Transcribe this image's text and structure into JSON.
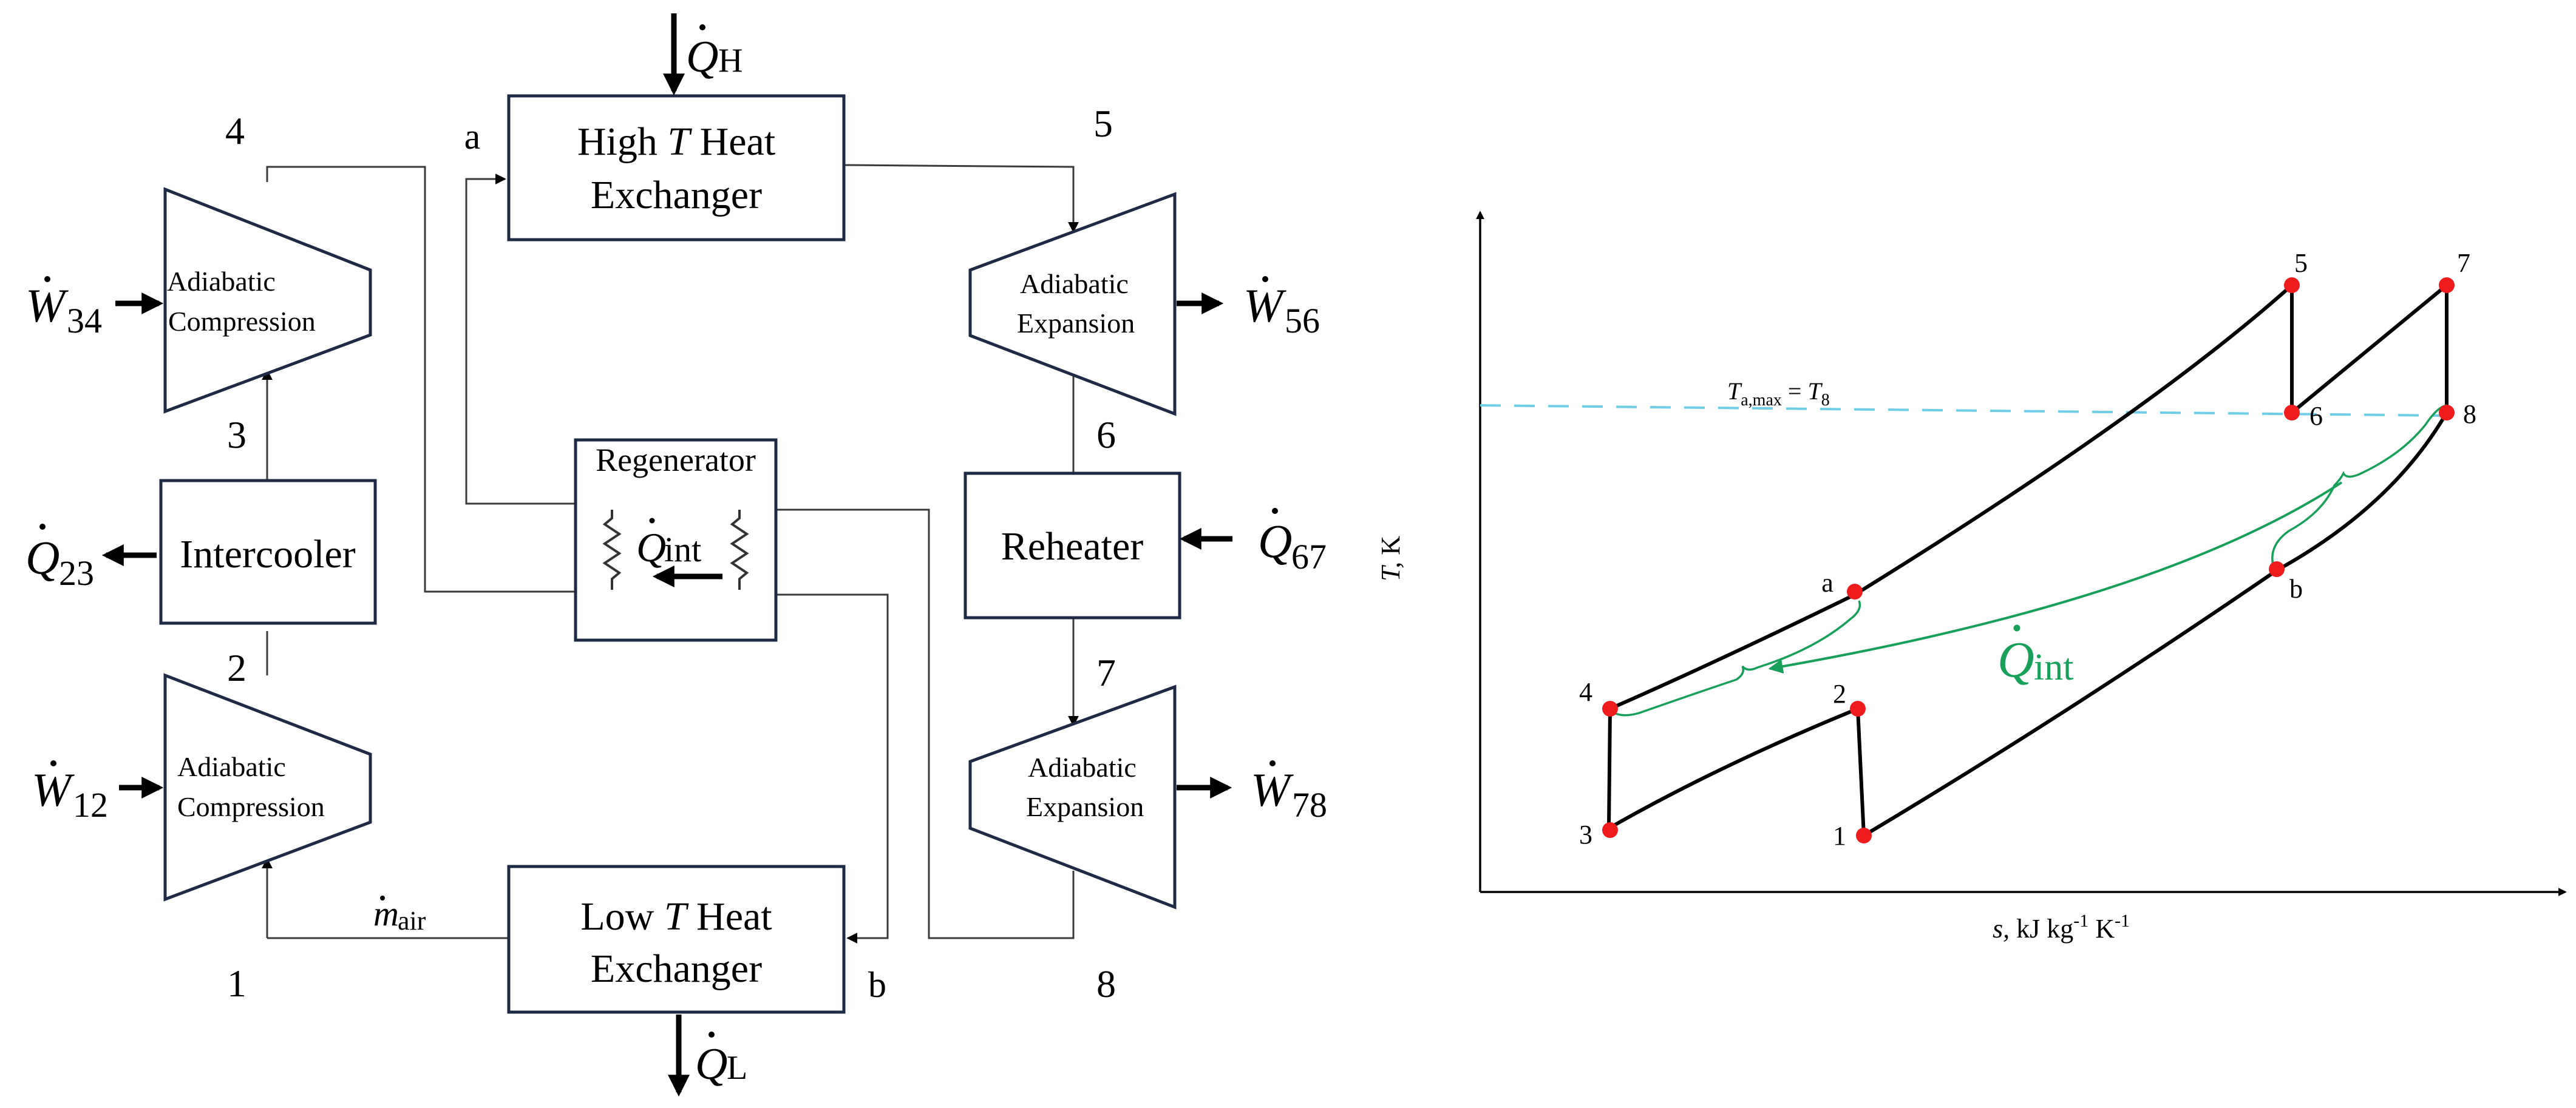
{
  "colors": {
    "box_stroke": "#1f2a44",
    "point": "#ee1c1c",
    "dashed_line": "#6fcde6",
    "q_int_label": "#18a05a"
  },
  "schematic": {
    "components": {
      "high_t_hx": {
        "line1_a": "High ",
        "line1_b": "T",
        "line1_c": " Heat",
        "line2": "Exchanger"
      },
      "low_t_hx": {
        "line1_a": "Low ",
        "line1_b": "T",
        "line1_c": " Heat",
        "line2": "Exchanger"
      },
      "intercooler": "Intercooler",
      "reheater": "Reheater",
      "regenerator": "Regenerator",
      "compressor_top": {
        "line1": "Adiabatic",
        "line2": "Compression"
      },
      "compressor_bottom": {
        "line1": "Adiabatic",
        "line2": "Compression"
      },
      "turbine_top": {
        "line1": "Adiabatic",
        "line2": "Expansion"
      },
      "turbine_bottom": {
        "line1": "Adiabatic",
        "line2": "Expansion"
      }
    },
    "state_labels": {
      "s1": "1",
      "s2": "2",
      "s3": "3",
      "s4": "4",
      "s5": "5",
      "s6": "6",
      "s7": "7",
      "s8": "8",
      "a": "a",
      "b": "b"
    },
    "flows": {
      "qh": {
        "sym": "Q",
        "sub": "H"
      },
      "ql": {
        "sym": "Q",
        "sub": "L"
      },
      "q23": {
        "sym": "Q",
        "sub": "23"
      },
      "q67": {
        "sym": "Q",
        "sub": "67"
      },
      "qint": {
        "sym": "Q",
        "sub": "int"
      },
      "w34": {
        "sym": "W",
        "sub": "34"
      },
      "w12": {
        "sym": "W",
        "sub": "12"
      },
      "w56": {
        "sym": "W",
        "sub": "56"
      },
      "w78": {
        "sym": "W",
        "sub": "78"
      },
      "mair": {
        "sym": "m",
        "sub": "air"
      }
    }
  },
  "chart_data": {
    "type": "diagram",
    "xlabel": {
      "var": "s,",
      "unit": " kJ kg",
      "e1": "-1",
      "mid": " K",
      "e2": "-1"
    },
    "ylabel": {
      "var": "T,",
      "unit": " K"
    },
    "dashed_label": {
      "t": "T",
      "sub": "a,max",
      "eq": " = ",
      "t2": "T",
      "sub2": "8"
    },
    "q_int_label": {
      "sym": "Q",
      "sub": "int"
    },
    "points": [
      {
        "label": "1"
      },
      {
        "label": "2"
      },
      {
        "label": "3"
      },
      {
        "label": "4"
      },
      {
        "label": "5"
      },
      {
        "label": "6"
      },
      {
        "label": "7"
      },
      {
        "label": "8"
      },
      {
        "label": "a"
      },
      {
        "label": "b"
      }
    ]
  }
}
